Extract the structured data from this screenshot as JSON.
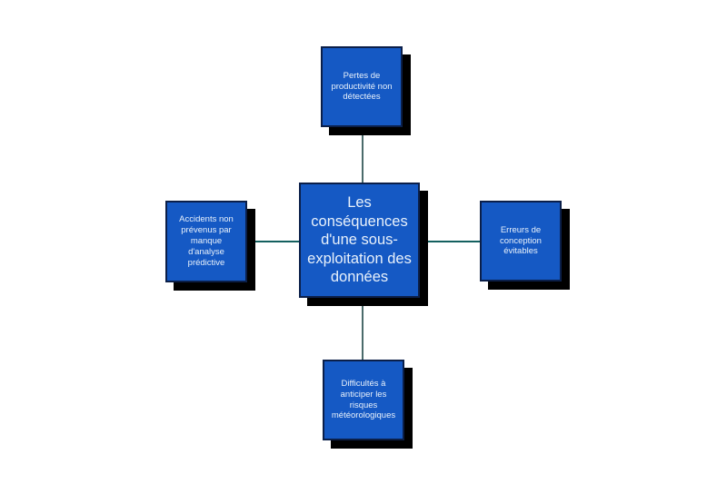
{
  "diagram": {
    "type": "hub-and-spoke",
    "background_color": "#ffffff",
    "node_fill_color": "#1559c4",
    "node_border_color": "#0b1f49",
    "node_shadow_color": "#000000",
    "node_text_color": "#e8f1fb",
    "connector_color": "#14605f",
    "center": {
      "id": "center",
      "label": "Les conséquences d'une sous-exploitation des données"
    },
    "branches": [
      {
        "id": "top",
        "position": "top",
        "label": "Pertes de productivité non détectées"
      },
      {
        "id": "right",
        "position": "right",
        "label": "Erreurs de conception évitables"
      },
      {
        "id": "bottom",
        "position": "bottom",
        "label": "Difficultés à anticiper les risques météorologiques"
      },
      {
        "id": "left",
        "position": "left",
        "label": "Accidents non prévenus par manque d'analyse prédictive"
      }
    ]
  }
}
